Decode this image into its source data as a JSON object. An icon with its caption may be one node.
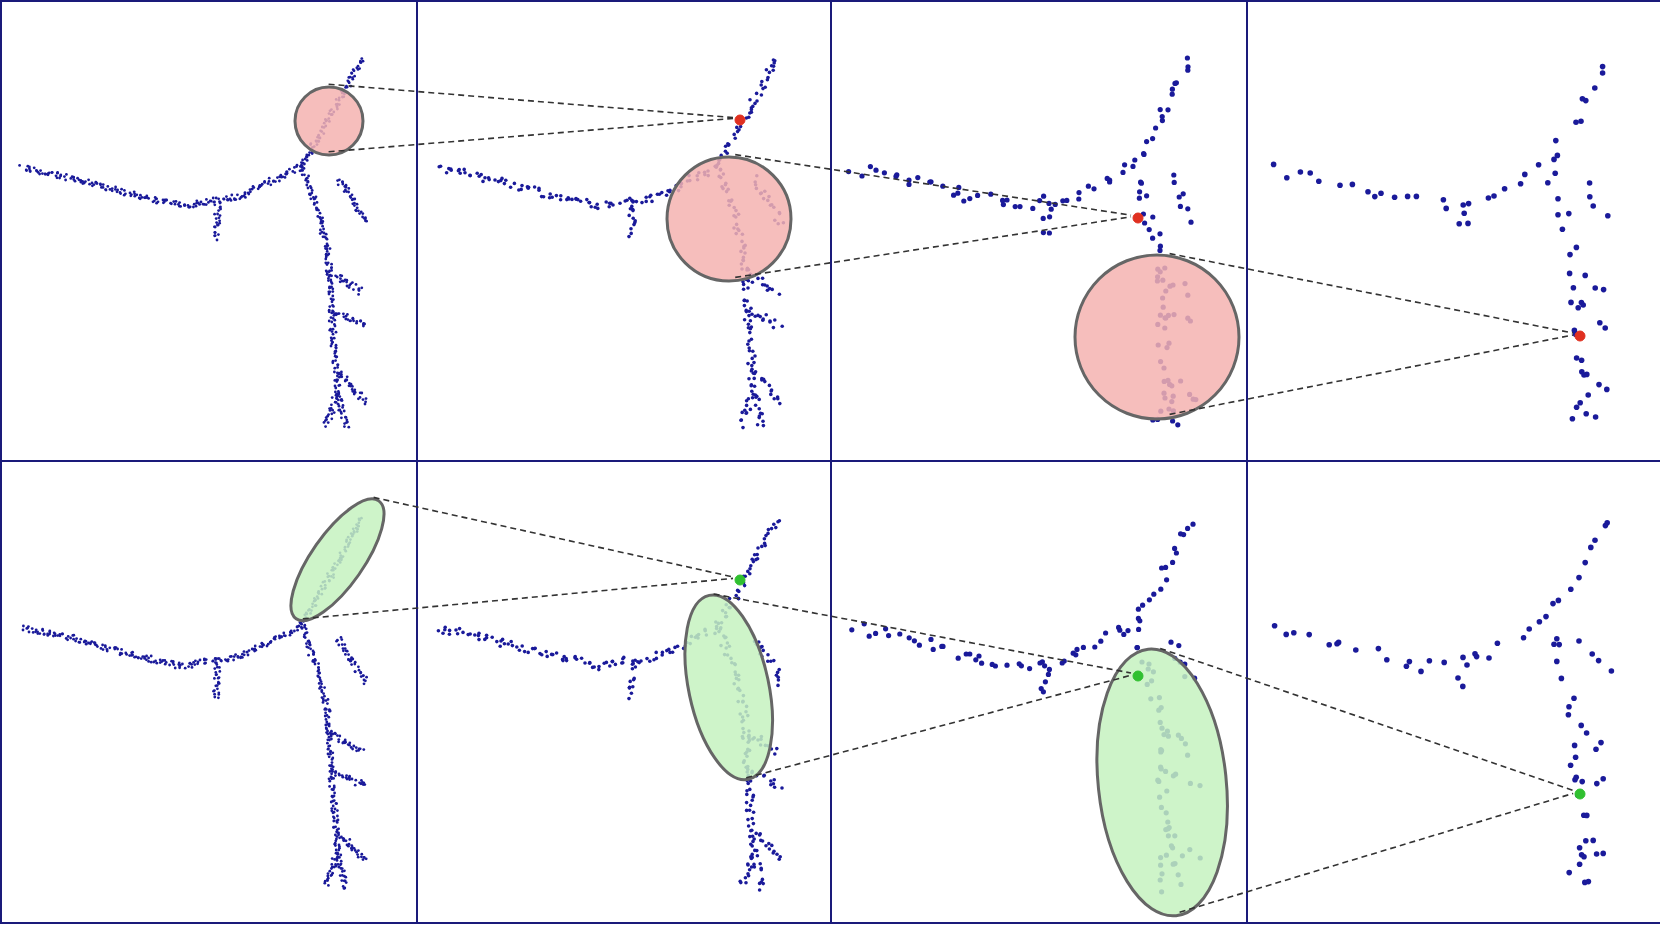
{
  "diagram": {
    "nodes": [
      {
        "text": [],
        "shape": "box"
      },
      {
        "text": [],
        "shape": "box"
      },
      {
        "text": [],
        "shape": "box"
      },
      {
        "text": [],
        "shape": "box"
      },
      {
        "text": [],
        "shape": "box"
      },
      {
        "text": [],
        "shape": "box"
      },
      {
        "text": [],
        "shape": "box"
      },
      {
        "text": [],
        "shape": "box"
      },
      {
        "text": [],
        "shape": "circle",
        "in": 0
      },
      {
        "text": [],
        "shape": "circle",
        "in": 1
      },
      {
        "text": [],
        "shape": "circle",
        "in": 1
      },
      {
        "text": [],
        "shape": "circle",
        "in": 2
      },
      {
        "text": [],
        "shape": "circle",
        "in": 2
      },
      {
        "text": [],
        "shape": "circle",
        "in": 3
      },
      {
        "text": [],
        "shape": "ellipse",
        "in": 4
      },
      {
        "text": [],
        "shape": "circle",
        "in": 5
      },
      {
        "text": [],
        "shape": "ellipse",
        "in": 5
      },
      {
        "text": [],
        "shape": "circle",
        "in": 18
      },
      {
        "text": [],
        "shape": "ellipse",
        "in": 6
      },
      {
        "text": [],
        "shape": "circle",
        "in": 7
      }
    ],
    "edges": [
      {
        "from": 8,
        "to": 9,
        "arrow": "none",
        "style": "dashed"
      },
      {
        "from": 8,
        "to": 9,
        "arrow": "none",
        "style": "dashed"
      },
      {
        "from": 10,
        "to": 11,
        "arrow": "none",
        "style": "dashed"
      },
      {
        "from": 10,
        "to": 11,
        "arrow": "none",
        "style": "dashed"
      },
      {
        "from": 12,
        "to": 13,
        "arrow": "none",
        "style": "dashed"
      },
      {
        "from": 12,
        "to": 13,
        "arrow": "none",
        "style": "dashed"
      },
      {
        "from": 14,
        "to": 15,
        "arrow": "none",
        "style": "dashed"
      },
      {
        "from": 14,
        "to": 15,
        "arrow": "none",
        "style": "dashed"
      },
      {
        "from": 16,
        "to": 17,
        "arrow": "none",
        "style": "dashed"
      },
      {
        "from": 16,
        "to": 17,
        "arrow": "none",
        "style": "dashed"
      },
      {
        "from": 18,
        "to": 19,
        "arrow": "none",
        "style": "dashed"
      },
      {
        "from": 18,
        "to": 19,
        "arrow": "none",
        "style": "dashed"
      }
    ]
  }
}
